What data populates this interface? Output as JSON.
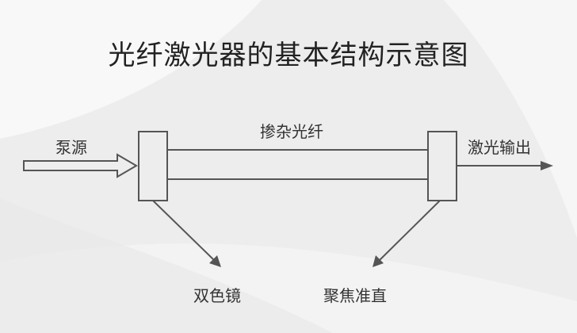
{
  "title": "光纤激光器的基本结构示意图",
  "labels": {
    "pump": "泵源",
    "doped_fiber": "掺杂光纤",
    "laser_output": "激光输出",
    "dichroic_mirror": "双色镜",
    "focusing_collimation": "聚焦准直"
  },
  "colors": {
    "stroke": "#555555",
    "text": "#333333",
    "background": "#eeeeee"
  }
}
